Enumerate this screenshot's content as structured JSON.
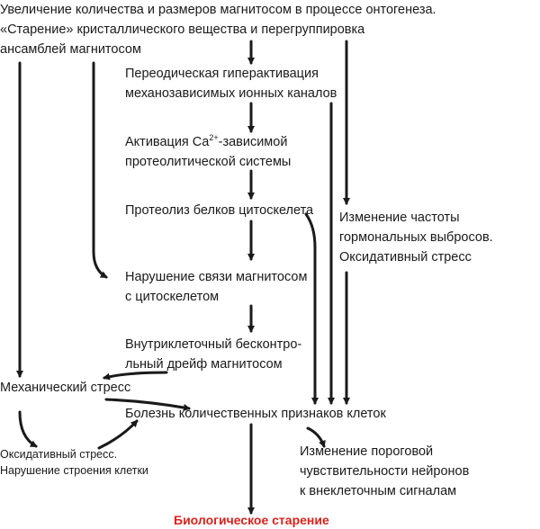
{
  "nodes": {
    "top_line1": "Увеличение количества и размеров магнитосом в процессе онтогенеза.",
    "top_line2": "«Старение» кристаллического вещества и перегруппировка",
    "top_line3": "ансамблей магнитосом",
    "hyper_line1": "Переодическая гиперактивация",
    "hyper_line2": "механозависимых ионных каналов",
    "ca_line1_pre": "Активация Ca",
    "ca_sup": "2+",
    "ca_line1_post": "-зависимой",
    "ca_line2": "протеолитической системы",
    "proteolysis": "Протеолиз белков цитоскелета",
    "hormonal_line1": "Изменение частоты",
    "hormonal_line2": "гормональных выбросов.",
    "hormonal_line3": "Оксидативный стресс",
    "link_line1": "Нарушение связи магнитосом",
    "link_line2": "с цитоскелетом",
    "drift_line1": "Внутриклеточный бесконтро-",
    "drift_line2": "льный дрейф магнитосом",
    "mechanical": "Механический стресс",
    "disease": "Болезнь количественных признаков клеток",
    "oxidative_line1": "Оксидативный стресс.",
    "oxidative_line2": "Нарушение строения клетки",
    "threshold_line1": "Изменение пороговой",
    "threshold_line2": "чувствительности нейронов",
    "threshold_line3": "к внеклеточным сигналам",
    "aging": "Биологическое старение"
  },
  "colors": {
    "text": "#1a1a1a",
    "arrow": "#1a1a1a",
    "accent": "#d8221c"
  }
}
